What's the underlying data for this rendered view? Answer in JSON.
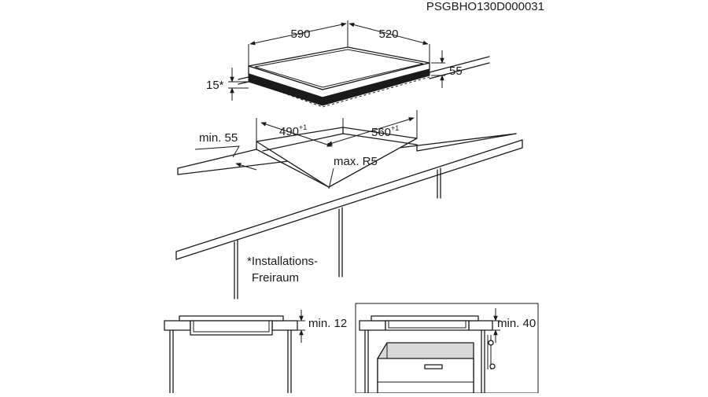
{
  "document": {
    "code": "PSGBHO130D000031"
  },
  "hob": {
    "width": "590",
    "depth": "520",
    "height": "55",
    "edge": "15*"
  },
  "cutout": {
    "margin": "min. 55",
    "depth": "490",
    "depth_tol": "+1",
    "width": "560",
    "width_tol": "+1",
    "radius": "max. R5"
  },
  "note": {
    "line1": "*Installations-",
    "line2": "Freiraum"
  },
  "detail_left": {
    "clearance": "min. 12"
  },
  "detail_right": {
    "clearance": "min. 40"
  }
}
